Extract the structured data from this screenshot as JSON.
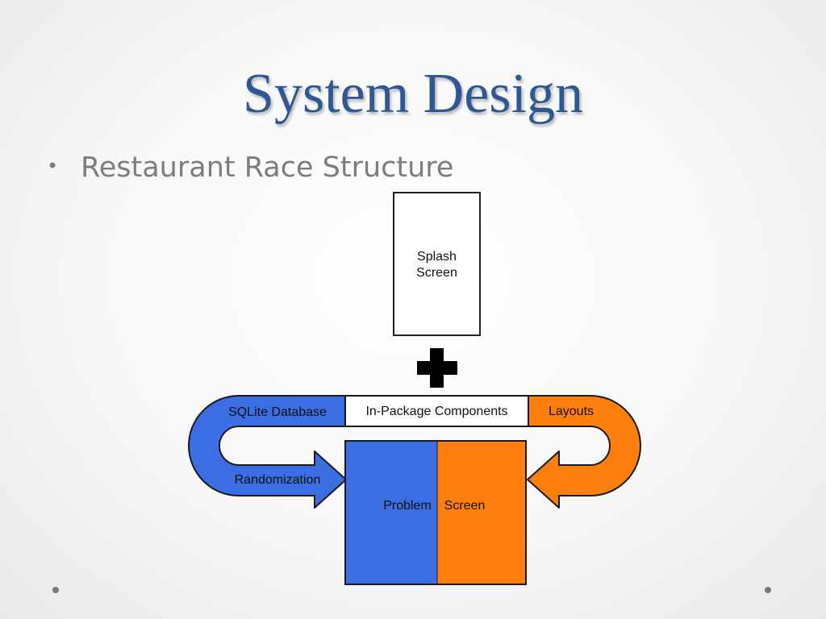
{
  "slide": {
    "title": "System Design",
    "bullet": "Restaurant Race Structure"
  },
  "diagram": {
    "splash_line1": "Splash",
    "splash_line2": "Screen",
    "database_label": "SQLite Database",
    "components_label": "In-Package Components",
    "layouts_label": "Layouts",
    "randomization_label": "Randomization",
    "problem_label": "Problem",
    "screen_label": "Screen"
  },
  "colors": {
    "title": "#2f5794",
    "blue": "#3b6ee3",
    "orange": "#fc7f0d",
    "bullet_text": "#7d7d7d"
  }
}
